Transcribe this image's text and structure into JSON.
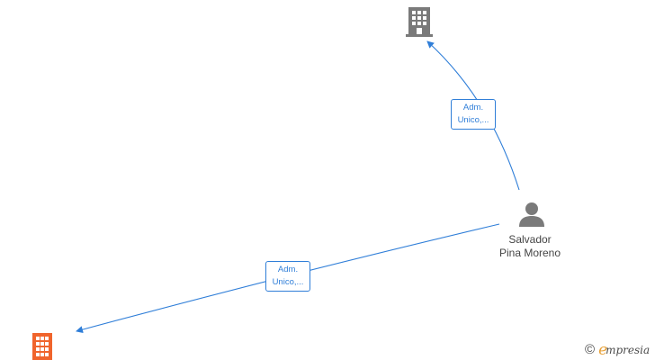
{
  "person": {
    "name_line1": "Salvador",
    "name_line2": "Pina Moreno",
    "icon": "person-icon"
  },
  "companies": [
    {
      "icon": "building-icon",
      "color": "#7a7a7a",
      "role": "related company"
    },
    {
      "icon": "building-icon",
      "color": "#f0642c",
      "role": "related company"
    }
  ],
  "edges": [
    {
      "label_line1": "Adm.",
      "label_line2": "Unico,..."
    },
    {
      "label_line1": "Adm.",
      "label_line2": "Unico,..."
    }
  ],
  "colors": {
    "edge": "#2f7ed8",
    "person": "#7a7a7a",
    "company_gray": "#7a7a7a",
    "company_orange": "#f0642c"
  },
  "brand": {
    "copyright": "©",
    "e": "e",
    "rest": "mpresia"
  }
}
